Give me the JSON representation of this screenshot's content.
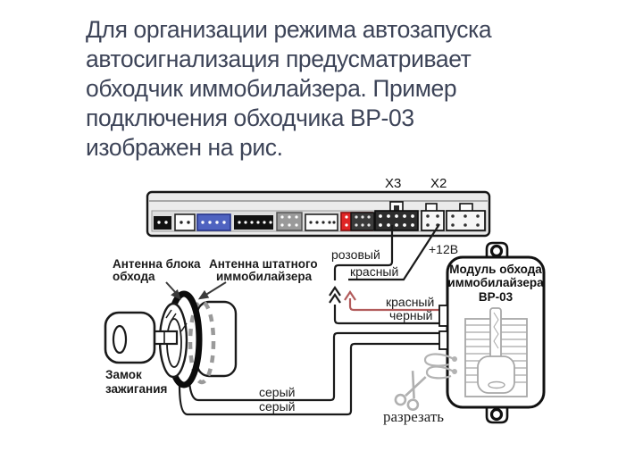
{
  "header": {
    "lines": [
      "Для организации режима автозапуска",
      "автосигнализация предусматривает",
      "обходчик иммобилайзера. Пример",
      "подключения обходчика ВР-03",
      "изображен на рис."
    ]
  },
  "diagram": {
    "alarm_unit": {
      "connector_x3_label": "X3",
      "connector_x2_label": "X2"
    },
    "wires": {
      "pink": "розовый",
      "plus12v": "+12В",
      "red_alarm": "красный",
      "red_module": "красный",
      "black_module": "черный",
      "gray1": "серый",
      "gray2": "серый"
    },
    "labels": {
      "bypass_antenna_line1": "Антенна блока",
      "bypass_antenna_line2": "обхода",
      "stock_antenna_line1": "Антенна штатного",
      "stock_antenna_line2": "иммобилайзера",
      "ignition_line1": "Замок",
      "ignition_line2": "зажигания",
      "module_line1": "Модуль обхода",
      "module_line2": "иммобилайзера",
      "module_line3": "ВР-03",
      "cut": "разрезать"
    },
    "colors": {
      "text_header": "#3d4458",
      "red_wire": "#b25b5b",
      "blue_connector": "#4f63c0",
      "red_connector": "#e02525",
      "gray_drawing": "#a8a8a8",
      "line": "#1a1a1a"
    }
  }
}
